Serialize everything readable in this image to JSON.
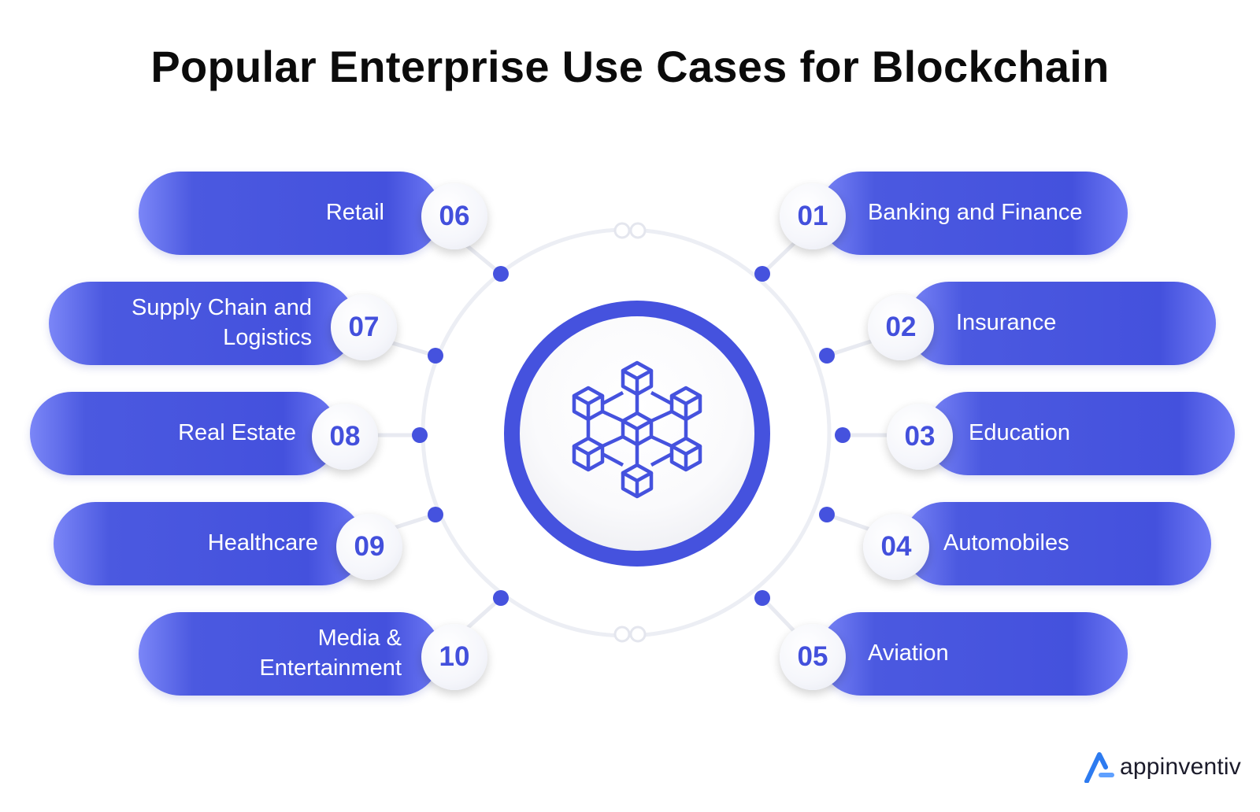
{
  "title": "Popular Enterprise Use Cases for Blockchain",
  "left_items": [
    {
      "number": "06",
      "label": "Retail"
    },
    {
      "number": "07",
      "label": "Supply Chain and\nLogistics"
    },
    {
      "number": "08",
      "label": "Real Estate"
    },
    {
      "number": "09",
      "label": "Healthcare"
    },
    {
      "number": "10",
      "label": "Media &\nEntertainment"
    }
  ],
  "right_items": [
    {
      "number": "01",
      "label": "Banking and Finance"
    },
    {
      "number": "02",
      "label": "Insurance"
    },
    {
      "number": "03",
      "label": "Education"
    },
    {
      "number": "04",
      "label": "Automobiles"
    },
    {
      "number": "05",
      "label": "Aviation"
    }
  ],
  "hub_icon": "blockchain-cubes-icon",
  "brand": {
    "name": "appinventiv",
    "icon": "appinventiv-logo-icon"
  },
  "colors": {
    "accent": "#4451dd",
    "badge_text": "#4350dc",
    "title": "#0b0b0b"
  }
}
